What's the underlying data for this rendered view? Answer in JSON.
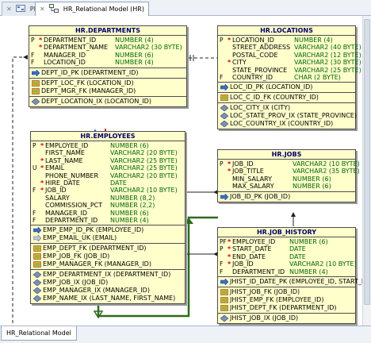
{
  "tabs": [
    {
      "label": "PDW",
      "active": false
    },
    {
      "label": "HR_Relational Model (HR)",
      "active": true
    }
  ],
  "bottom_tab": {
    "label": "HR_Relational Model"
  },
  "colors": {
    "pk_green": "#2e6b1f",
    "fk_blue": "#1d5fcc",
    "fk_red": "#c8283c",
    "table_fill": "#ffffcc",
    "type_text": "#006600"
  },
  "tables": {
    "departments": {
      "name": "HR.DEPARTMENTS",
      "columns": [
        {
          "flags": "P",
          "req": "*",
          "name": "DEPARTMENT_ID",
          "type": "NUMBER (4)"
        },
        {
          "flags": "",
          "req": "*",
          "name": "DEPARTMENT_NAME",
          "type": "VARCHAR2 (30 BYTE)"
        },
        {
          "flags": "F",
          "req": "",
          "name": "MANAGER_ID",
          "type": "NUMBER (6)"
        },
        {
          "flags": "F",
          "req": "",
          "name": "LOCATION_ID",
          "type": "NUMBER (4)"
        }
      ],
      "pks": [
        "DEPT_ID_PK (DEPARTMENT_ID)"
      ],
      "fks": [
        "DEPT_LOC_FK (LOCATION_ID)",
        "DEPT_MGR_FK (MANAGER_ID)"
      ],
      "indexes": [
        "DEPT_LOCATION_IX (LOCATION_ID)"
      ]
    },
    "locations": {
      "name": "HR.LOCATIONS",
      "columns": [
        {
          "flags": "P",
          "req": "*",
          "name": "LOCATION_ID",
          "type": "NUMBER (4)"
        },
        {
          "flags": "",
          "req": "",
          "name": "STREET_ADDRESS",
          "type": "VARCHAR2 (40 BYTE)"
        },
        {
          "flags": "",
          "req": "",
          "name": "POSTAL_CODE",
          "type": "VARCHAR2 (12 BYTE)"
        },
        {
          "flags": "",
          "req": "*",
          "name": "CITY",
          "type": "VARCHAR2 (30 BYTE)"
        },
        {
          "flags": "",
          "req": "",
          "name": "STATE_PROVINCE",
          "type": "VARCHAR2 (25 BYTE)"
        },
        {
          "flags": "F",
          "req": "",
          "name": "COUNTRY_ID",
          "type": "CHAR (2 BYTE)"
        }
      ],
      "pks": [
        "LOC_ID_PK (LOCATION_ID)"
      ],
      "fks": [
        "LOC_C_ID_FK (COUNTRY_ID)"
      ],
      "indexes": [
        "LOC_CITY_IX (CITY)",
        "LOC_STATE_PROV_IX (STATE_PROVINCE)",
        "LOC_COUNTRY_IX (COUNTRY_ID)"
      ]
    },
    "employees": {
      "name": "HR.EMPLOYEES",
      "columns": [
        {
          "flags": "P",
          "req": "*",
          "name": "EMPLOYEE_ID",
          "type": "NUMBER (6)"
        },
        {
          "flags": "",
          "req": "",
          "name": "FIRST_NAME",
          "type": "VARCHAR2 (20 BYTE)"
        },
        {
          "flags": "",
          "req": "*",
          "name": "LAST_NAME",
          "type": "VARCHAR2 (25 BYTE)"
        },
        {
          "flags": "U",
          "req": "*",
          "name": "EMAIL",
          "type": "VARCHAR2 (25 BYTE)"
        },
        {
          "flags": "",
          "req": "",
          "name": "PHONE_NUMBER",
          "type": "VARCHAR2 (20 BYTE)"
        },
        {
          "flags": "",
          "req": "*",
          "name": "HIRE_DATE",
          "type": "DATE"
        },
        {
          "flags": "F",
          "req": "*",
          "name": "JOB_ID",
          "type": "VARCHAR2 (10 BYTE)"
        },
        {
          "flags": "",
          "req": "",
          "name": "SALARY",
          "type": "NUMBER (8,2)"
        },
        {
          "flags": "",
          "req": "",
          "name": "COMMISSION_PCT",
          "type": "NUMBER (2,2)"
        },
        {
          "flags": "F",
          "req": "",
          "name": "MANAGER_ID",
          "type": "NUMBER (6)"
        },
        {
          "flags": "F",
          "req": "",
          "name": "DEPARTMENT_ID",
          "type": "NUMBER (4)"
        }
      ],
      "pks": [
        "EMP_EMP_ID_PK (EMPLOYEE_ID)",
        "EMP_EMAIL_UK (EMAIL)"
      ],
      "fks": [
        "EMP_DEPT_FK (DEPARTMENT_ID)",
        "EMP_JOB_FK (JOB_ID)",
        "EMP_MANAGER_FK (MANAGER_ID)"
      ],
      "indexes": [
        "EMP_DEPARTMENT_IX (DEPARTMENT_ID)",
        "EMP_JOB_IX (JOB_ID)",
        "EMP_MANAGER_IX (MANAGER_ID)",
        "EMP_NAME_IX (LAST_NAME, FIRST_NAME)"
      ]
    },
    "jobs": {
      "name": "HR.JOBS",
      "columns": [
        {
          "flags": "P",
          "req": "*",
          "name": "JOB_ID",
          "type": "VARCHAR2 (10 BYTE)"
        },
        {
          "flags": "",
          "req": "*",
          "name": "JOB_TITLE",
          "type": "VARCHAR2 (35 BYTE)"
        },
        {
          "flags": "",
          "req": "",
          "name": "MIN_SALARY",
          "type": "NUMBER (6)"
        },
        {
          "flags": "",
          "req": "",
          "name": "MAX_SALARY",
          "type": "NUMBER (6)"
        }
      ],
      "pks": [
        "JOB_ID_PK (JOB_ID)"
      ],
      "fks": [],
      "indexes": []
    },
    "job_history": {
      "name": "HR.JOB_HISTORY",
      "columns": [
        {
          "flags": "PF",
          "req": "*",
          "name": "EMPLOYEE_ID",
          "type": "NUMBER (6)"
        },
        {
          "flags": "P",
          "req": "*",
          "name": "START_DATE",
          "type": "DATE"
        },
        {
          "flags": "",
          "req": "*",
          "name": "END_DATE",
          "type": "DATE"
        },
        {
          "flags": "F",
          "req": "*",
          "name": "JOB_ID",
          "type": "VARCHAR2 (10 BYTE)"
        },
        {
          "flags": "F",
          "req": "",
          "name": "DEPARTMENT_ID",
          "type": "NUMBER (4)"
        }
      ],
      "pks": [
        "JHIST_ID_DATE_PK (EMPLOYEE_ID, START_DATE)"
      ],
      "fks": [
        "JHIST_JOB_FK (JOB_ID)",
        "JHIST_EMP_FK (EMPLOYEE_ID)",
        "JHIST_DEPT_FK (DEPARTMENT_ID)"
      ],
      "indexes": [
        "JHIST_JOB_IX (JOB_ID)"
      ]
    }
  }
}
